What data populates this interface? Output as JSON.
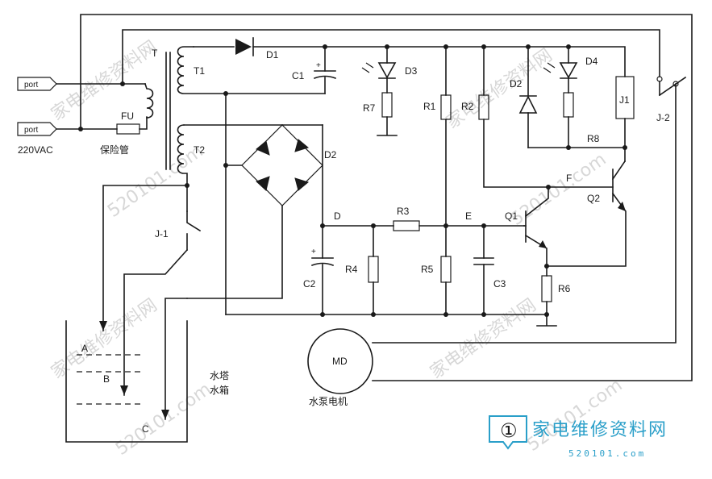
{
  "diagram": {
    "labels": {
      "port_top": "port",
      "port_bottom": "port",
      "supply": "220VAC",
      "fuse": "FU",
      "fuse_cn": "保险管",
      "transformer": "T",
      "t1": "T1",
      "t2": "T2",
      "d1": "D1",
      "c1": "C1",
      "d3": "D3",
      "r7": "R7",
      "r1": "R1",
      "r2": "R2",
      "d2_top": "D2",
      "d4": "D4",
      "j1": "J1",
      "j2": "J-2",
      "r8": "R8",
      "f": "F",
      "q2": "Q2",
      "d2_bridge": "D2",
      "d": "D",
      "r3": "R3",
      "e": "E",
      "q1": "Q1",
      "j1_switch": "J-1",
      "c2": "C2",
      "r4": "R4",
      "r5": "R5",
      "c3": "C3",
      "r6": "R6",
      "motor": "MD",
      "motor_cn": "水泵电机",
      "tank_cn_1": "水塔",
      "tank_cn_2": "水箱",
      "level_a": "A",
      "level_b": "B",
      "level_c": "C"
    },
    "watermark": {
      "cn": "家电维修资料网",
      "url": "520101.com"
    },
    "logo": {
      "number": "①",
      "title": "家电维修资料网",
      "url": "520101.com"
    }
  }
}
